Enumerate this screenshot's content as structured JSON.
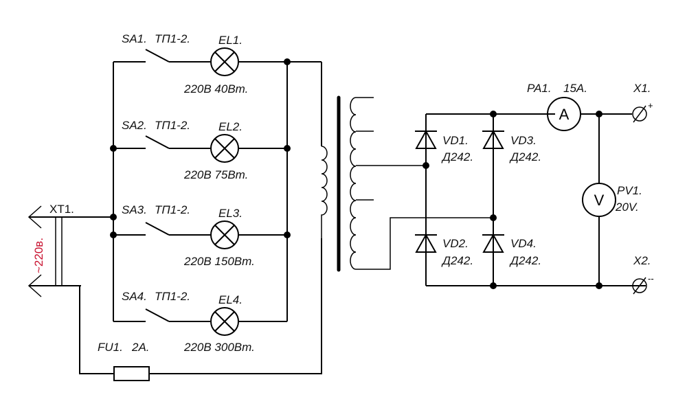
{
  "diagram": {
    "type": "electrical-schematic",
    "description": "Adjustable transformer rectifier with lamp ballast",
    "supply": {
      "terminal": "XT1.",
      "voltage": "~220в."
    },
    "fuse": {
      "ref": "FU1.",
      "rating": "2A."
    },
    "branches": [
      {
        "switch": "SA1.",
        "switch_type": "ТП1-2.",
        "lamp": "EL1.",
        "lamp_rating": "220В 40Вт."
      },
      {
        "switch": "SA2.",
        "switch_type": "ТП1-2.",
        "lamp": "EL2.",
        "lamp_rating": "220В 75Вт."
      },
      {
        "switch": "SA3.",
        "switch_type": "ТП1-2.",
        "lamp": "EL3.",
        "lamp_rating": "220В 150Вт."
      },
      {
        "switch": "SA4.",
        "switch_type": "ТП1-2.",
        "lamp": "EL4.",
        "lamp_rating": "220В 300Вт."
      }
    ],
    "diodes": [
      {
        "ref": "VD1.",
        "type": "Д242."
      },
      {
        "ref": "VD2.",
        "type": "Д242."
      },
      {
        "ref": "VD3.",
        "type": "Д242."
      },
      {
        "ref": "VD4.",
        "type": "Д242."
      }
    ],
    "ammeter": {
      "ref": "PA1.",
      "rating": "15A.",
      "symbol": "A"
    },
    "voltmeter": {
      "ref": "PV1.",
      "rating": "20V.",
      "symbol": "V"
    },
    "outputs": [
      {
        "ref": "X1.",
        "polarity": "+"
      },
      {
        "ref": "X2.",
        "polarity": "--"
      }
    ],
    "colors": {
      "wire": "#000000",
      "supply_label": "#c8102e",
      "background": "#ffffff"
    }
  }
}
